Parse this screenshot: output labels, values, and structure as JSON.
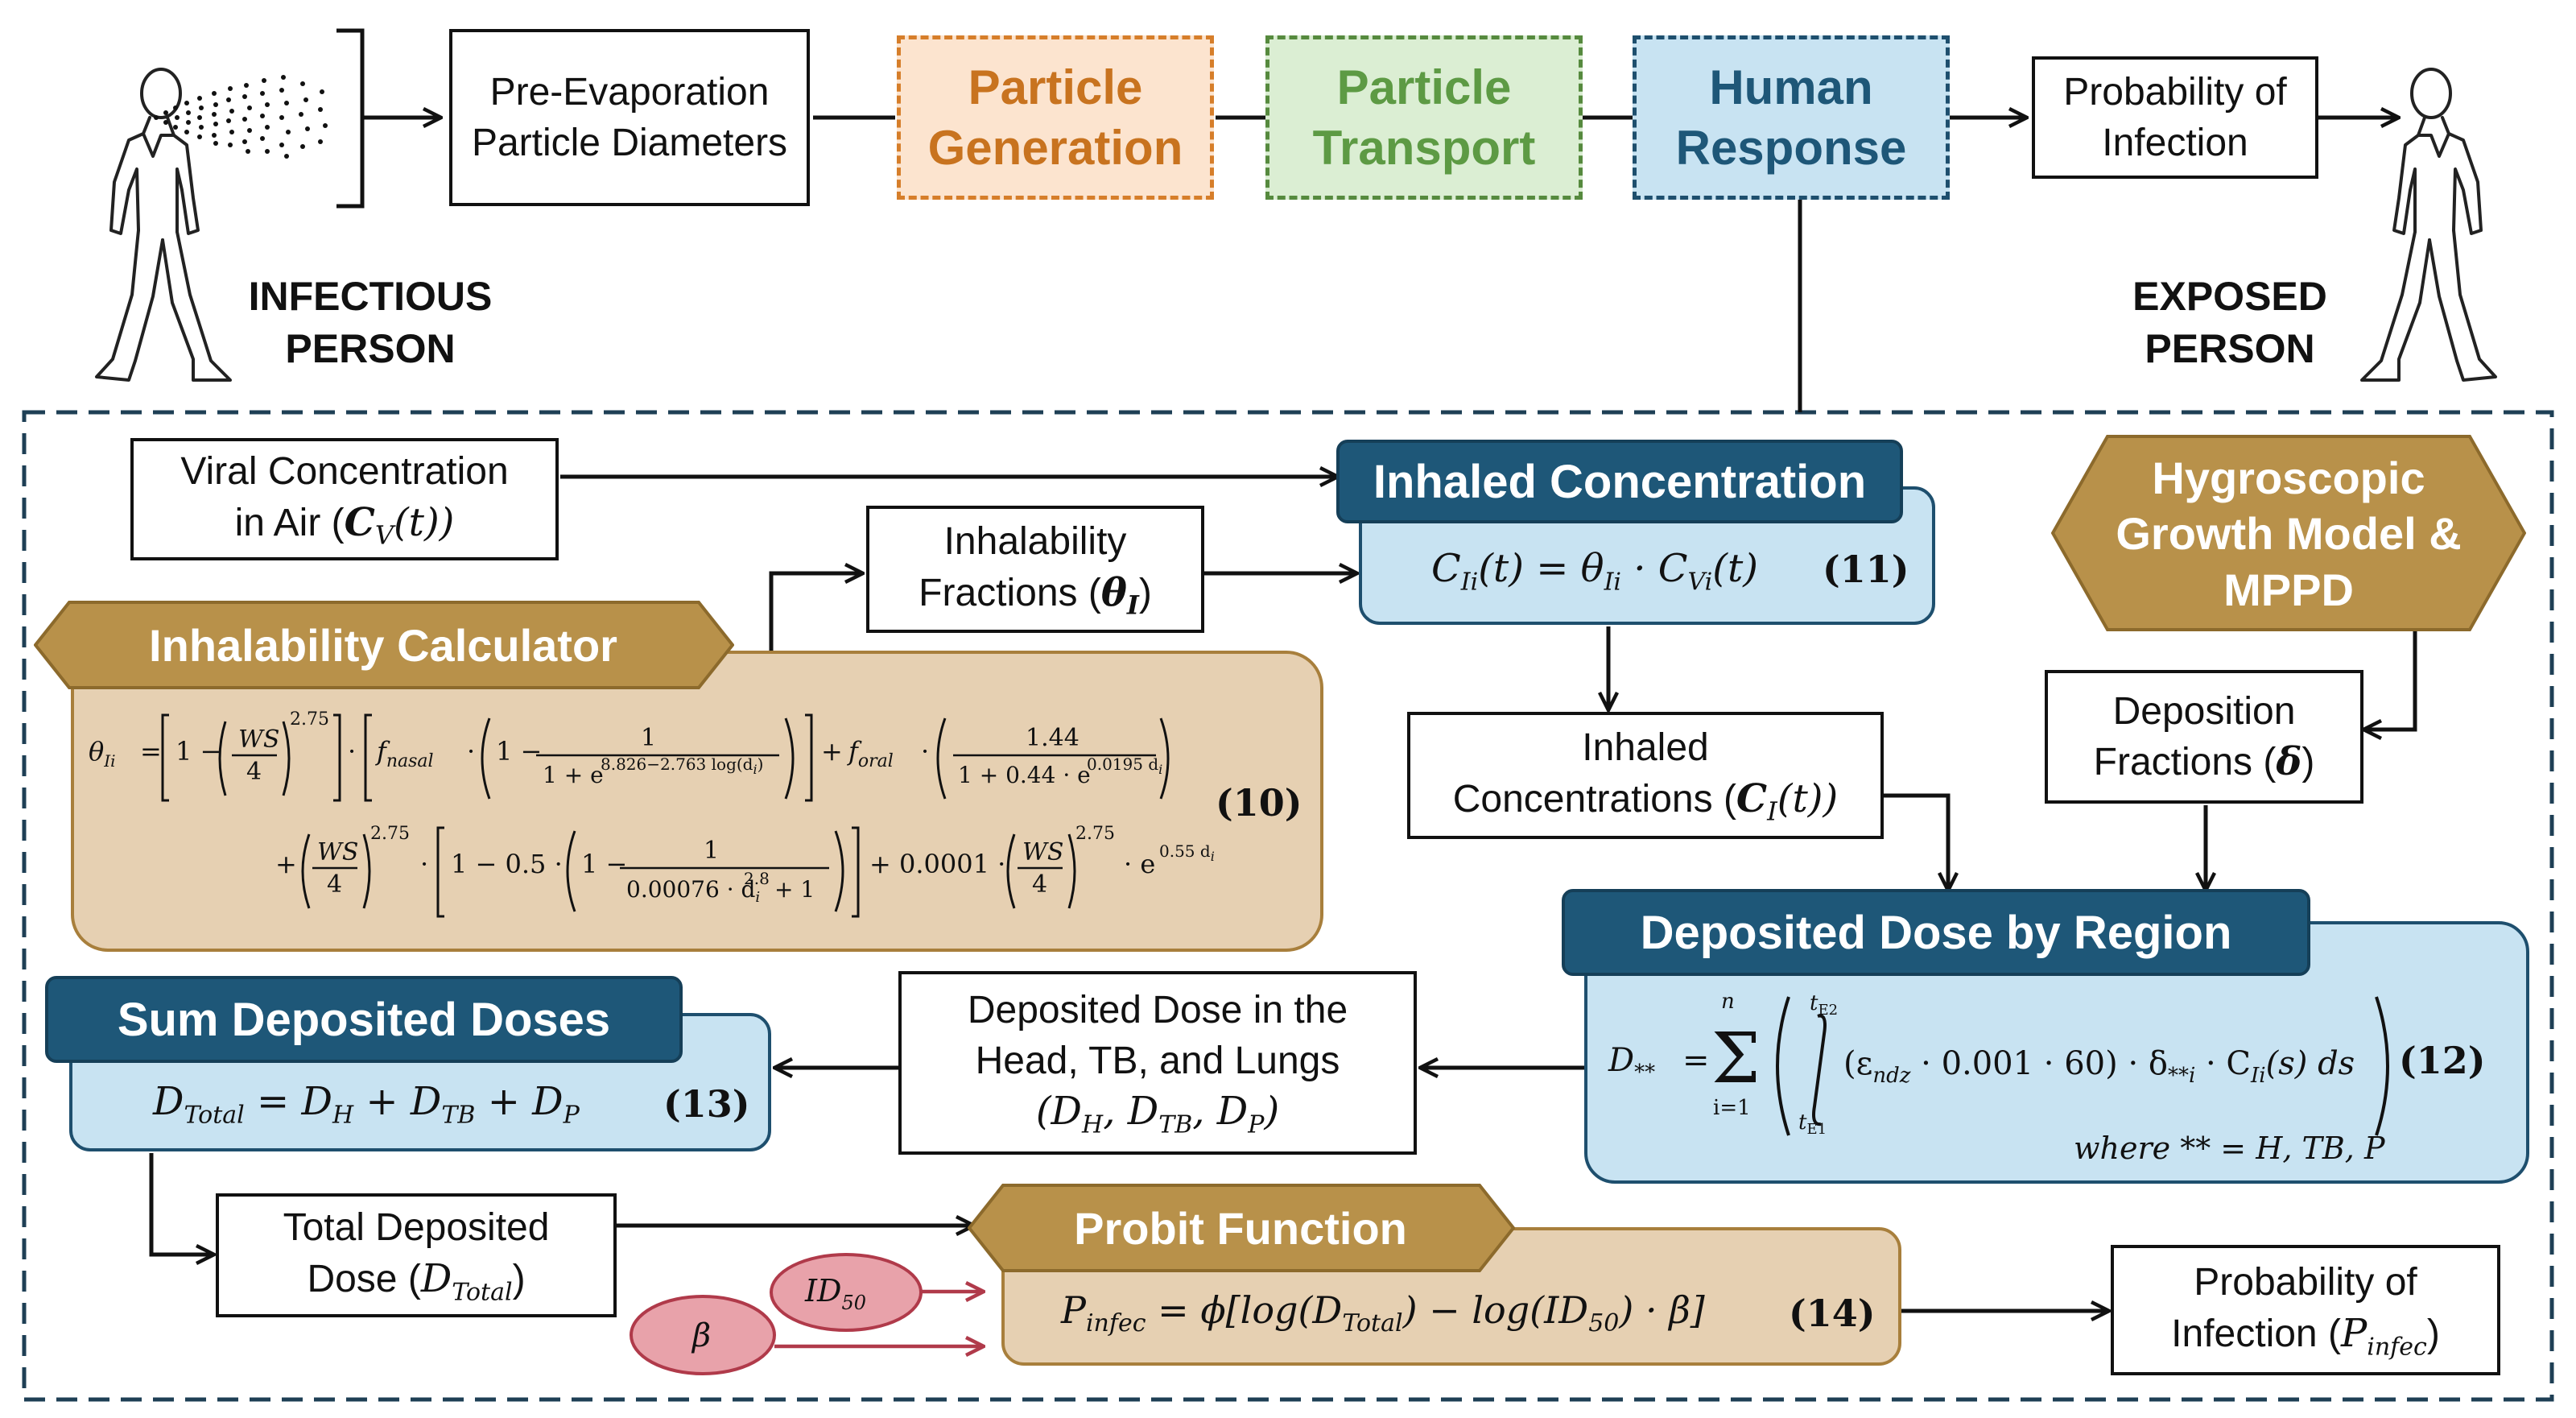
{
  "top_row": {
    "pre_evap": "Pre-Evaporation Particle Diameters",
    "particle_generation": "Particle Generation",
    "particle_transport": "Particle Transport",
    "human_response": "Human Response",
    "prob_infection": "Probability of Infection",
    "infectious_person": "INFECTIOUS PERSON",
    "exposed_person": "EXPOSED PERSON"
  },
  "viral_conc": {
    "line1": "Viral Concentration",
    "line2": "in Air (",
    "symbol": "C",
    "sub": "V",
    "tail": "(t))"
  },
  "inhalability_fractions": {
    "line1": "Inhalability",
    "line2": "Fractions (",
    "symbol": "θ",
    "sub": "I",
    "tail": ")"
  },
  "inhaled_concentration": {
    "title": "Inhaled Concentration",
    "equation": "C_Ii(t) = θ_Ii · C_Vi(t)",
    "eq_number": "(11)"
  },
  "hygroscopic": {
    "title": "Hygroscopic Growth Model & MPPD"
  },
  "deposition_fractions": {
    "line1": "Deposition",
    "line2": "Fractions (",
    "symbol": "δ",
    "tail": ")"
  },
  "inhalability_calculator": {
    "title": "Inhalability Calculator",
    "eq_number": "(10)",
    "eq_parts": {
      "theta": "θ",
      "theta_sub": "Ii",
      "one": "1",
      "ws": "WS",
      "four": "4",
      "exp275": "2.75",
      "fnasal": "f",
      "fnasal_sub": "nasal",
      "exp_a": "8.826−2.763 log(d",
      "exp_a_tail": ")",
      "foral": "f",
      "foral_sub": "oral",
      "n144": "1.44",
      "den144": "1 + 0.44 · e",
      "exp_b": "0.0195 d",
      "half": "1 − 0.5 ·",
      "den00076": "0.00076 · d",
      "exp28": "2.8",
      "plus1": "+ 1",
      "plus0001": "+ 0.0001 ·",
      "exp_c": "0.55 d",
      "e": "e",
      "i": "i"
    }
  },
  "inhaled_concentrations": {
    "line1": "Inhaled",
    "line2": "Concentrations (",
    "symbol": "C",
    "sub": "I",
    "tail": "(t))"
  },
  "deposited_dose_region": {
    "title": "Deposited Dose by Region",
    "eq_number": "(12)",
    "where": "where ** = H, TB, P",
    "eq": {
      "lhs": "D",
      "lhs_sub": "**",
      "sum_top": "n",
      "sum_bot": "i=1",
      "int_top": "t",
      "int_top_sub": "E2",
      "int_bot": "t",
      "int_bot_sub": "E1",
      "body": "(ε",
      "body_sub": "ndz",
      "body_mid": " · 0.001 · 60) ·  δ",
      "delta_sub": "**i",
      "body_c": " · C",
      "c_sub": "Ii",
      "body_end": "(s) ds"
    }
  },
  "deposited_dose_head": {
    "line1": "Deposited Dose in the",
    "line2": "Head, TB, and Lungs",
    "line3": "(D_H, D_TB, D_P)"
  },
  "sum_deposited_doses": {
    "title": "Sum Deposited Doses",
    "equation": "D_Total = D_H + D_TB + D_P",
    "eq_number": "(13)"
  },
  "total_deposited_dose": {
    "line1": "Total Deposited",
    "line2": "Dose (D_Total)"
  },
  "probit_function": {
    "title": "Probit Function",
    "equation": "P_infec = ϕ[log(D_Total) − log(ID_50) · β]",
    "eq_number": "(14)"
  },
  "id50": {
    "label": "ID",
    "sub": "50"
  },
  "beta": {
    "label": "β"
  },
  "prob_infection_final": {
    "line1": "Probability of",
    "line2": "Infection (P_infec)"
  },
  "colors": {
    "dark_blue": "#1e5778",
    "light_blue": "#c8e3f2",
    "tan": "#e6d0b2",
    "tan_dark": "#b8914a",
    "orange": "#d67e2a",
    "green": "#6aa84f",
    "pink": "#e8a2aa"
  }
}
